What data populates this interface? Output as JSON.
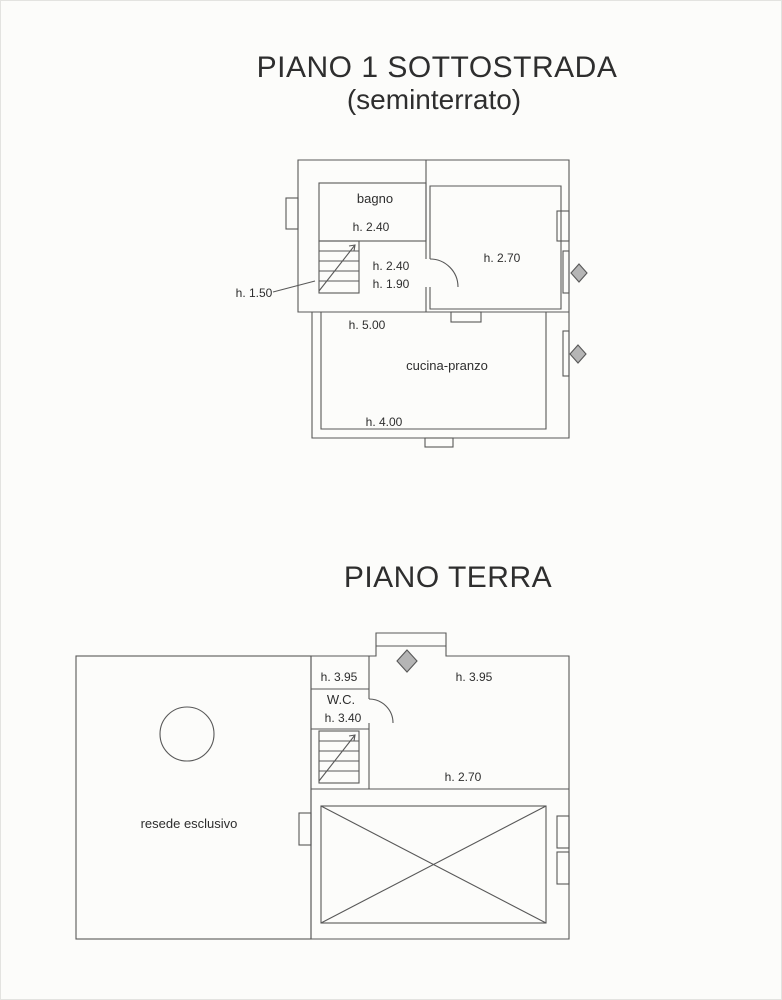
{
  "page": {
    "background_color": "#fcfcfa",
    "line_color": "#585858",
    "text_color": "#2e2e2e",
    "symbol_fill_color": "#b5b5b5"
  },
  "floor1": {
    "title": "PIANO 1 SOTTOSTRADA",
    "subtitle": "(seminterrato)",
    "rooms": {
      "bagno": "bagno",
      "cucina": "cucina-pranzo"
    },
    "heights": {
      "bagno": "h. 2.40",
      "stair_upper": "h. 2.40",
      "stair_lower": "h. 1.90",
      "understair": "h. 1.50",
      "right_room": "h. 2.70",
      "mid": "h. 5.00",
      "cucina": "h. 4.00"
    }
  },
  "floor2": {
    "title": "PIANO TERRA",
    "rooms": {
      "wc": "W.C.",
      "resede": "resede esclusivo"
    },
    "heights": {
      "top_left": "h. 3.95",
      "top_right": "h. 3.95",
      "wc": "h. 3.40",
      "lower": "h. 2.70"
    }
  }
}
